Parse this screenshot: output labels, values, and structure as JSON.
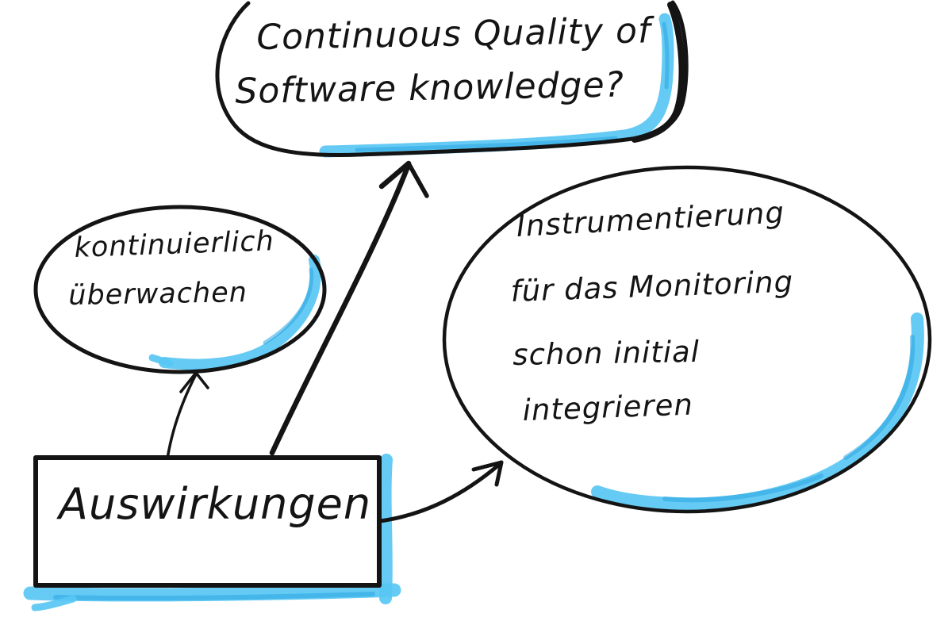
{
  "diagram": {
    "kind": "hand-drawn-sketch",
    "colors": {
      "ink": "#141414",
      "highlight": "#58c7f3",
      "highlight_dark": "#2ba5e2"
    },
    "nodes": {
      "question_bubble": {
        "shape": "speech-bubble",
        "lines": [
          "Continuous Quality of",
          "Software knowledge?"
        ]
      },
      "monitor_ellipse": {
        "shape": "ellipse",
        "lines": [
          "kontinuierlich",
          "überwachen"
        ]
      },
      "instrumentation_ellipse": {
        "shape": "ellipse",
        "lines": [
          "Instrumentierung",
          "für das Monitoring",
          "schon initial",
          "integrieren"
        ]
      },
      "impact_box": {
        "shape": "rectangle",
        "lines": [
          "Auswirkungen"
        ]
      }
    },
    "edges": [
      {
        "from": "impact_box",
        "to": "monitor_ellipse",
        "style": "thin-arrow"
      },
      {
        "from": "impact_box",
        "to": "question_bubble",
        "style": "bold-arrow"
      },
      {
        "from": "impact_box",
        "to": "instrumentation_ellipse",
        "style": "arrow"
      }
    ]
  }
}
